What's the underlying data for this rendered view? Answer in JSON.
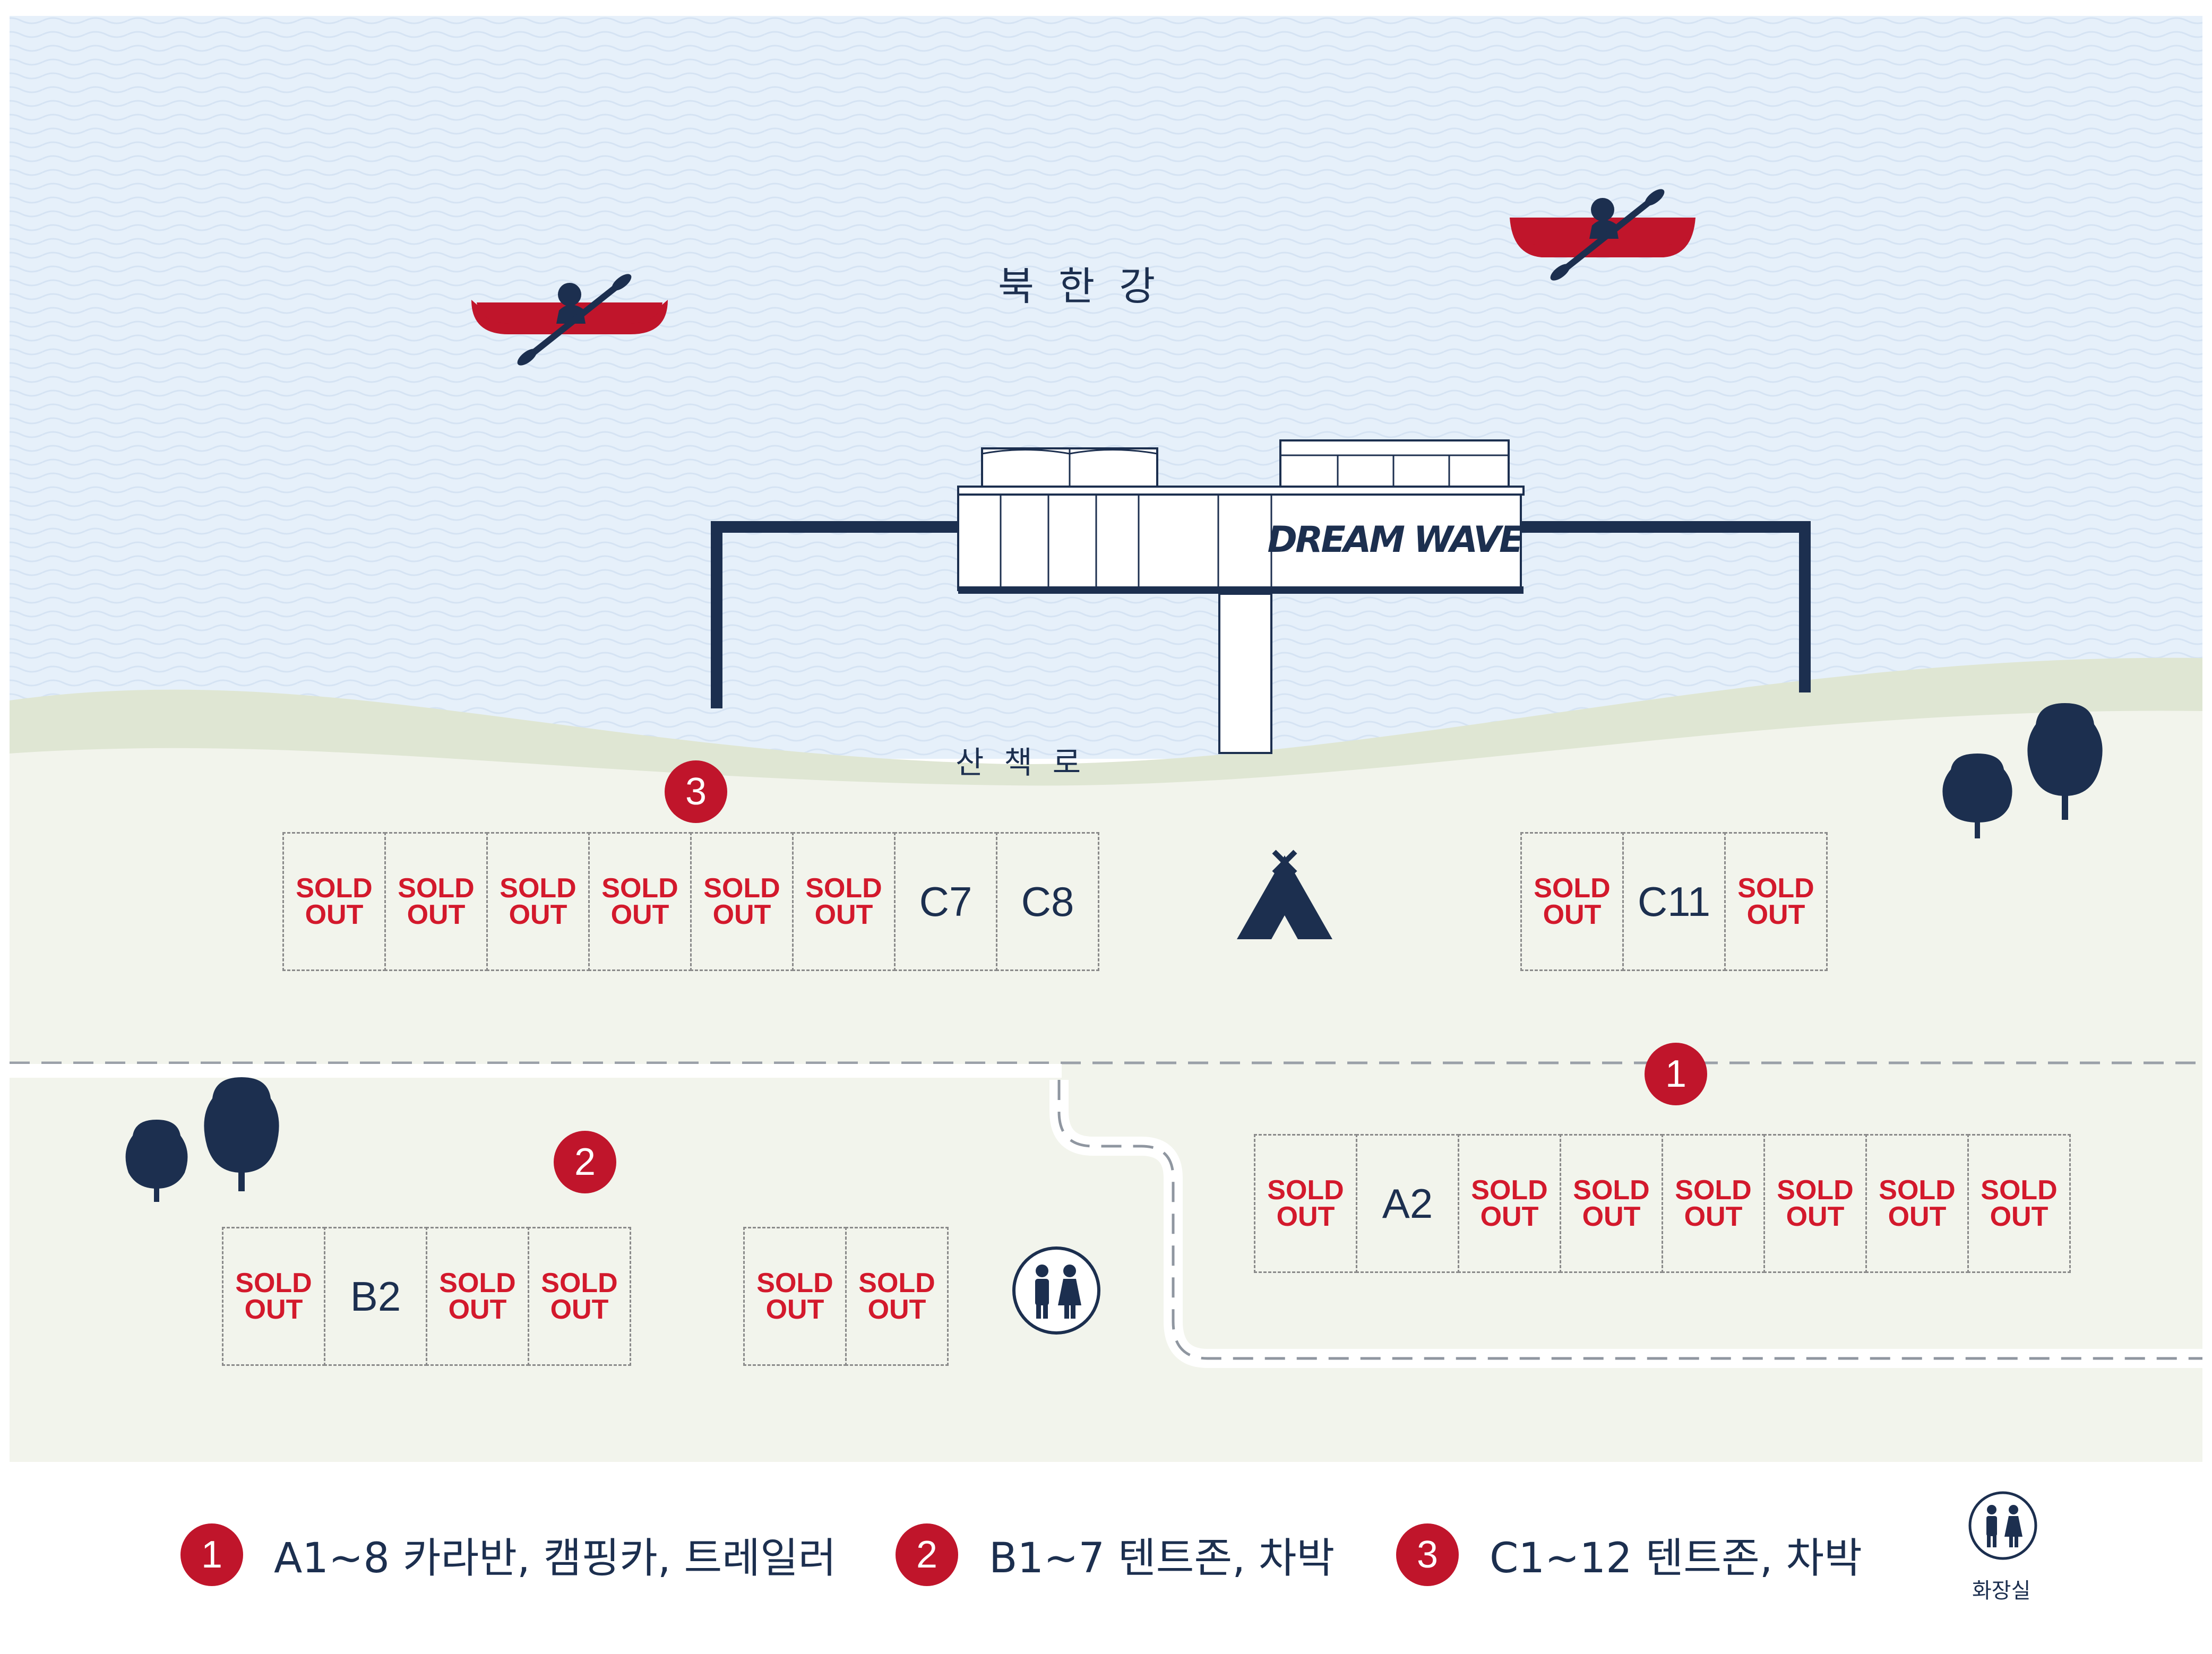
{
  "map": {
    "river_label": "북한강",
    "path_label": "산책로",
    "building_sign": "DREAM WAVE"
  },
  "zones": [
    {
      "number": "3",
      "sites_left": [
        "SOLD OUT",
        "SOLD OUT",
        "SOLD OUT",
        "SOLD OUT",
        "SOLD OUT",
        "SOLD OUT",
        "C7",
        "C8"
      ],
      "sites_right": [
        "SOLD OUT",
        "C11",
        "SOLD OUT"
      ]
    },
    {
      "number": "2",
      "sites_left": [
        "SOLD OUT",
        "B2",
        "SOLD OUT",
        "SOLD OUT"
      ],
      "sites_right": [
        "SOLD OUT",
        "SOLD OUT"
      ]
    },
    {
      "number": "1",
      "sites": [
        "SOLD OUT",
        "A2",
        "SOLD OUT",
        "SOLD OUT",
        "SOLD OUT",
        "SOLD OUT",
        "SOLD OUT",
        "SOLD OUT"
      ]
    }
  ],
  "legend": [
    {
      "number": "1",
      "text": "A1~8 카라반, 캠핑카, 트레일러"
    },
    {
      "number": "2",
      "text": "B1~7 텐트존, 차박"
    },
    {
      "number": "3",
      "text": "C1~12 텐트존, 차박"
    }
  ],
  "restroom_label": "화장실",
  "icons": [
    "kayak-icon",
    "tent-icon",
    "tree-icon",
    "restroom-icon"
  ],
  "colors": {
    "water": "#e6f0fa",
    "land": "#f2f4ec",
    "shore": "#dfe6d3",
    "navy": "#1c2f4f",
    "red": "#c0152b",
    "sold_out_text": "#d3192c"
  }
}
